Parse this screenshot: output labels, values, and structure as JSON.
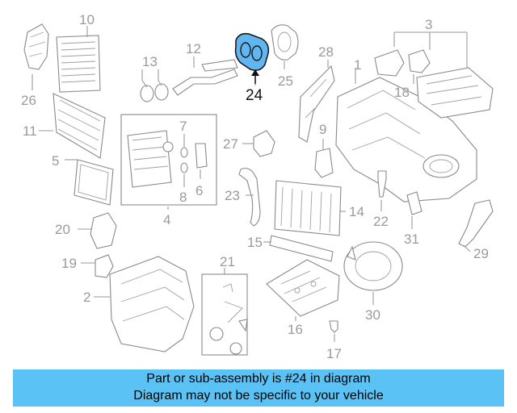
{
  "diagram": {
    "highlighted_part": "24",
    "colors": {
      "highlight_fill": "#5fb6f0",
      "banner_background": "#5bc2f5",
      "callout_text": "#9a9a9a",
      "parts_outline": "#8a8a8a"
    },
    "callouts": [
      "1",
      "2",
      "3",
      "4",
      "5",
      "6",
      "7",
      "8",
      "9",
      "10",
      "11",
      "12",
      "13",
      "14",
      "15",
      "16",
      "17",
      "18",
      "19",
      "20",
      "21",
      "22",
      "23",
      "24",
      "25",
      "26",
      "27",
      "28",
      "29",
      "30",
      "31"
    ]
  },
  "banner": {
    "line1": "Part or sub-assembly is #24 in diagram",
    "line2": "Diagram may not be specific to your vehicle"
  }
}
